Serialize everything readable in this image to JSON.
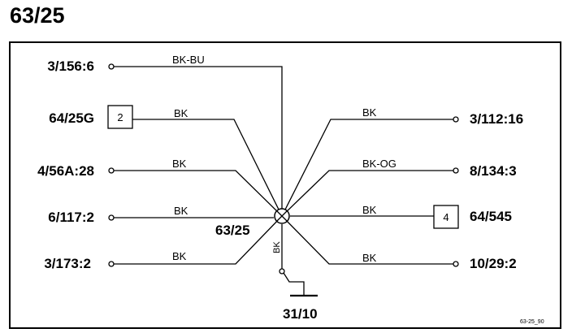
{
  "title": "63/25",
  "splice": {
    "label": "63/25"
  },
  "ground": {
    "label": "31/10",
    "wire_color": "BK"
  },
  "connections": {
    "left": [
      {
        "label": "3/156:6",
        "wire_color": "BK-BU"
      },
      {
        "label": "64/25G",
        "wire_color": "BK",
        "connector_pin": "2"
      },
      {
        "label": "4/56A:28",
        "wire_color": "BK"
      },
      {
        "label": "6/117:2",
        "wire_color": "BK"
      },
      {
        "label": "3/173:2",
        "wire_color": "BK"
      }
    ],
    "right": [
      {
        "label": "3/112:16",
        "wire_color": "BK"
      },
      {
        "label": "8/134:3",
        "wire_color": "BK-OG"
      },
      {
        "label": "64/545",
        "wire_color": "BK",
        "connector_pin": "4"
      },
      {
        "label": "10/29:2",
        "wire_color": "BK"
      }
    ]
  },
  "footer_code": "63-25_90"
}
